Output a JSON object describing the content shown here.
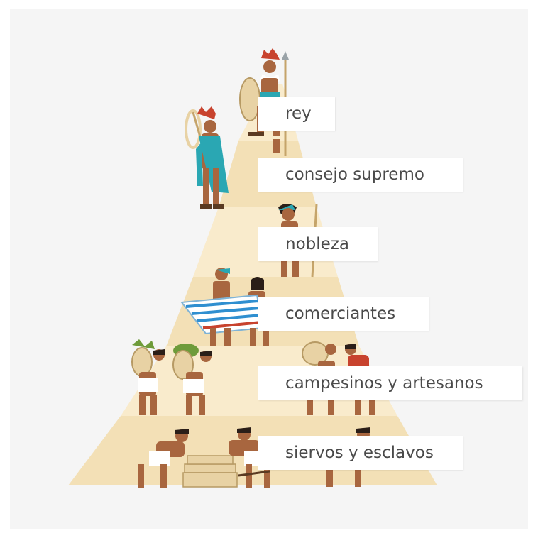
{
  "diagram": {
    "levels": [
      {
        "id": "rey",
        "label": "rey"
      },
      {
        "id": "consejo",
        "label": "consejo supremo"
      },
      {
        "id": "nobleza",
        "label": "nobleza"
      },
      {
        "id": "comerciantes",
        "label": "comerciantes"
      },
      {
        "id": "campesinos",
        "label": "campesinos y artesanos"
      },
      {
        "id": "siervos",
        "label": "siervos y esclavos"
      }
    ]
  },
  "colors": {
    "background": "#f5f5f5",
    "pyramid_light": "#f9ebcc",
    "pyramid_dark": "#f1dcae",
    "skin": "#a8663f",
    "cloth": "#ffffff",
    "hair": "#2a1e18",
    "teal": "#2aa7b3",
    "red": "#c8432e",
    "green": "#6e9b3a",
    "label_text": "#4a4a4a"
  }
}
